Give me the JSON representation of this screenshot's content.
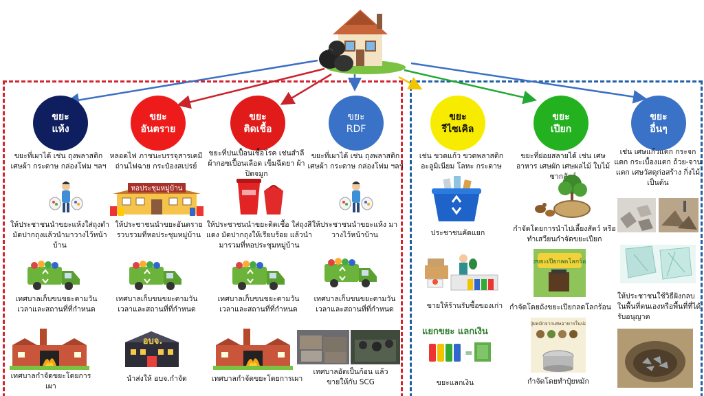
{
  "categories": [
    {
      "id": "dry",
      "line1": "ขยะ",
      "line2": "แห้ง",
      "color": "#0f1e5e",
      "text_color": "#ffffff"
    },
    {
      "id": "hazard",
      "line1": "ขยะ",
      "line2": "อันตราย",
      "color": "#ee1b1b",
      "text_color": "#ffffff"
    },
    {
      "id": "infect",
      "line1": "ขยะ",
      "line2": "ติดเชื้อ",
      "color": "#e11a1a",
      "text_color": "#ffffff"
    },
    {
      "id": "rdf",
      "line1": "ขยะ",
      "line2": "RDF",
      "color": "#3a72c7",
      "text_color": "#ffffff"
    },
    {
      "id": "recycle",
      "line1": "ขยะ",
      "line2": "รีไซเคิล",
      "color": "#f7ec00",
      "text_color": "#111111"
    },
    {
      "id": "wet",
      "line1": "ขยะ",
      "line2": "เปียก",
      "color": "#23b11f",
      "text_color": "#ffffff"
    },
    {
      "id": "other",
      "line1": "ขยะ",
      "line2": "อื่นๆ",
      "color": "#3a72c7",
      "text_color": "#ffffff"
    }
  ],
  "descriptions": {
    "dry": "ขยะที่เผาได้ เช่น ถุงพลาสติก เศษผ้า กระดาษ กล่องโฟม ฯลฯ",
    "hazard": "หลอดไฟ ภาชนะบรรจุสารเคมี ถ่านไฟฉาย กระป๋องสเปรย์",
    "infect": "ขยะที่ปนเปื้อนเชื้อโรค เช่นสำลี ผ้ากอซเปื้อนเลือด เข็มฉีดยา ผ้าปิดจมูก",
    "rdf": "ขยะที่เผาได้ เช่น ถุงพลาสติก เศษผ้า กระดาษ กล่องโฟม ฯลฯ",
    "recycle": "เช่น ขวดแก้ว ขวดพลาสติก อะลูมิเนียม โลหะ กระดาษ",
    "wet": "ขยะที่ย่อยสลายได้ เช่น เศษอาหาร เศษผัก เศษผลไม้ ใบไม้ ซากสัตว์",
    "other": "เช่น เศษแก้วแตก กระจกแตก กระเบื้องแตก ถ้วย-จานแตก เศษวัสดุก่อสร้าง กิ่งไม้ เป็นต้น"
  },
  "captions": {
    "dry_1": "ให้ประชาชนนำขยะแห้งใส่ถุงดำ มัดปากถุงแล้วนำมาวางไว้หน้าบ้าน",
    "hazard_1": "ให้ประชาชนนำขยะอันตราย รวบรวมที่หอประชุมหมู่บ้าน",
    "infect_1": "ให้ประชาชนนำขยะติดเชื้อ ใส่ถุงสีแดง มัดปากถุงให้เรียบร้อย แล้วนำมารวมที่หอประชุมหมู่บ้าน",
    "rdf_1": "ให้ประชาชนนำขยะแห้ง มาวางไว้หน้าบ้าน",
    "dry_2": "เทศบาลเก็บขนขยะตามวัน เวลาและสถานที่ที่กำหนด",
    "hazard_2": "เทศบาลเก็บขนขยะตามวัน เวลาและสถานที่ที่กำหนด",
    "infect_2": "เทศบาลเก็บขนขยะตามวัน เวลาและสถานที่ที่กำหนด",
    "rdf_2": "เทศบาลเก็บขนขยะตามวัน เวลาและสถานที่ที่กำหนด",
    "dry_3": "เทศบาลกำจัดขยะโดยการเผา",
    "hazard_3": "นำส่งให้ อบจ.กำจัด",
    "infect_3": "เทศบาลกำจัดขยะโดยการเผา",
    "rdf_3": "เทศบาลอัดเป็นก้อน แล้วขายให้กับ SCG",
    "recycle_1": "ประชาชนคัดแยก",
    "recycle_2": "ขายให้ร้านรับซื้อของเก่า",
    "recycle_3": "ขยะแลกเงิน",
    "wet_1": "กำจัดโดยการนำไปเลี้ยงสัตว์ หรือทำเสวียนกำจัดขยะเปียก",
    "wet_2": "กำจัดโดยถังขยะเปียกลดโลกร้อน",
    "wet_3": "กำจัดโดยทำปุ๋ยหมัก",
    "other_1": "ให้ประชาชนใช้วิธีฝังกลบ ในพื้นที่ตนเองหรือพื้นที่ที่ได้รับอนุญาต"
  },
  "image_labels": {
    "village_hall": "หอประชุมหมู่บ้าน",
    "obj_building": "อบจ.",
    "exchange_title": "แยกขยะ แลกเงิน",
    "bin_poster": "ถังขยะเปียกลดโลกร้อน",
    "compost_poster": "ปุ๋ยหมักจากเศษอาหารในบ่อ"
  },
  "icons": {
    "top": "house-with-garbage-bags-icon",
    "truck": "garbage-truck-icon",
    "incinerator": "incinerator-factory-icon",
    "recycle_bin": "recycle-bin-icon"
  },
  "colors": {
    "left_frame": "#d3232e",
    "right_frame": "#1e5fa5",
    "truck_green": "#6bb33a"
  }
}
